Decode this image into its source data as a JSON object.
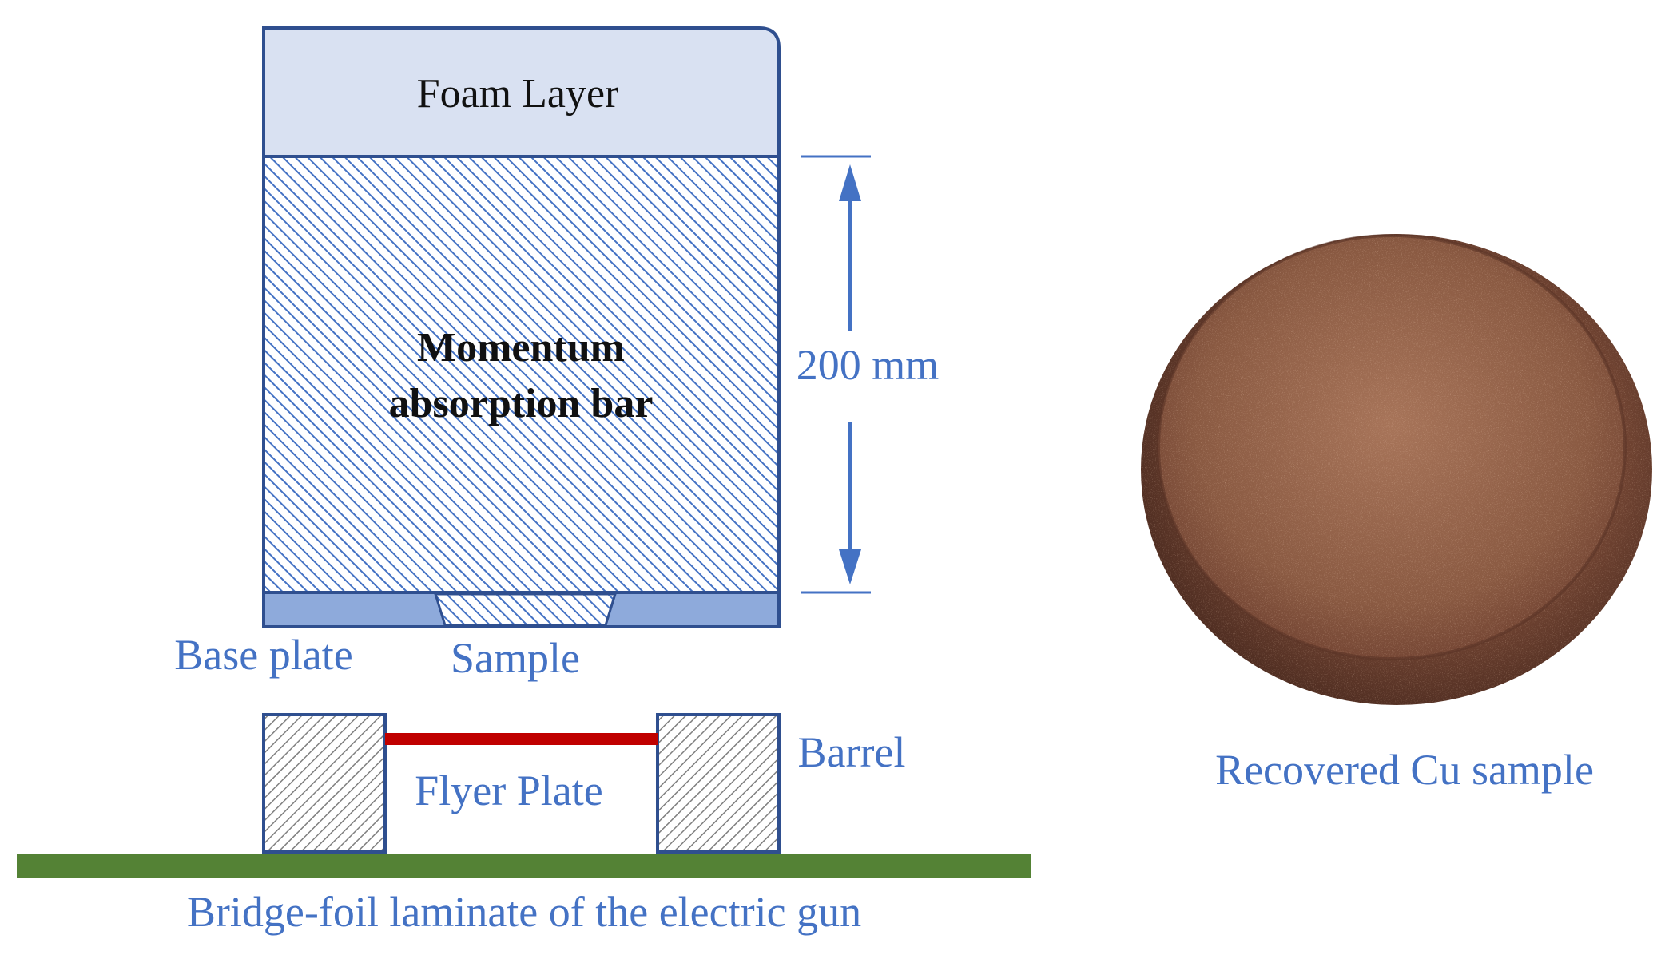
{
  "labels": {
    "foam_layer": "Foam Layer",
    "momentum_line1": "Momentum",
    "momentum_line2": "absorption bar",
    "dimension": "200 mm",
    "base_plate": "Base plate",
    "sample": "Sample",
    "barrel": "Barrel",
    "flyer_plate": "Flyer Plate",
    "bridge_foil": "Bridge-foil laminate of the electric gun",
    "recovered": "Recovered Cu sample"
  },
  "colors": {
    "outline": "#2f4f8f",
    "label_blue": "#4472c4",
    "foam_fill": "#d9e1f2",
    "base_fill": "#8eaadb",
    "hatch_blue": "#4472c4",
    "hatch_gray": "#7f7f7f",
    "flyer_red": "#c00000",
    "ground_green": "#548235",
    "copper": "#8b5a3c"
  }
}
